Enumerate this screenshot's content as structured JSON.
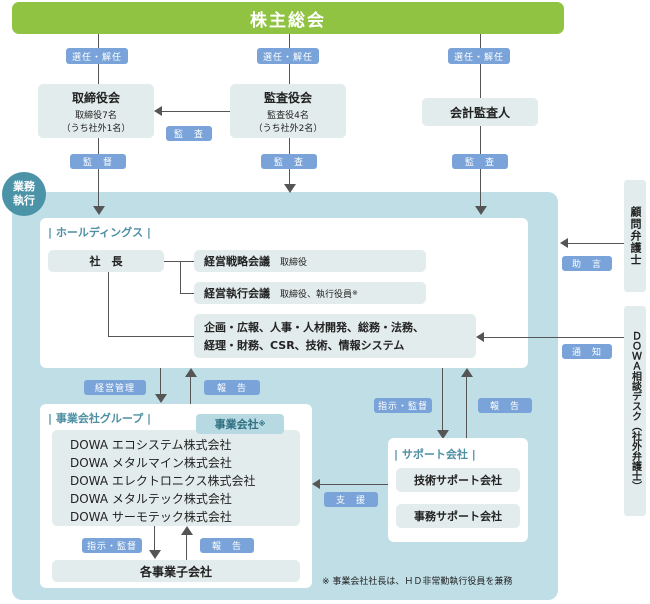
{
  "shareholders": "株主総会",
  "appoint_labels": [
    "選任・解任",
    "選任・解任",
    "選任・解任"
  ],
  "board": {
    "title": "取締役会",
    "line1": "取締役7名",
    "line2": "（うち社外1名）"
  },
  "auditors": {
    "title": "監査役会",
    "line1": "監査役4名",
    "line2": "（うち社外2名）"
  },
  "accounting_auditor": "会計監査人",
  "tag_audit": "監　査",
  "tag_supervise": "監　督",
  "tag_audit2": "監　査",
  "tag_audit3": "監　査",
  "business_exec": "業務\n執行",
  "holdings": {
    "title": "ホールディングス",
    "president": "社　長",
    "strategy_meeting": "経営戦略会議",
    "strategy_members": "取締役",
    "exec_meeting": "経営執行会議",
    "exec_members": "取締役、執行役員",
    "exec_mark": "※",
    "functions_line1": "企画・広報、人事・人材開発、総務・法務、",
    "functions_line2": "経理・財務、CSR、技術、情報システム"
  },
  "advisor_legal": "顧問弁護士",
  "dowa_desk": "ＤＯＷＡ相談デスク（社外弁護士）",
  "tag_assist": "助　言",
  "tag_notify": "通　知",
  "tag_mgmt": "経営管理",
  "tag_report1": "報　告",
  "tag_instruct1": "指示・監督",
  "tag_report2": "報　告",
  "group": {
    "title": "事業会社グループ",
    "badge": "事業会社",
    "badge_mark": "※",
    "companies": [
      "DOWA エコシステム株式会社",
      "DOWA メタルマイン株式会社",
      "DOWA エレクトロニクス株式会社",
      "DOWA メタルテック株式会社",
      "DOWA サーモテック株式会社"
    ],
    "subsidiaries": "各事業子会社"
  },
  "tag_instruct2": "指示・監督",
  "tag_report3": "報　告",
  "tag_support": "支　援",
  "support": {
    "title": "サポート会社",
    "tech": "技術サポート会社",
    "office": "事務サポート会社"
  },
  "footnote": "※ 事業会社社長は、ＨＤ非常勤執行役員を兼務",
  "colors": {
    "green": "#8fc341",
    "zone": "#bfdee6",
    "tag": "#7aa4d9",
    "box": "#e3ecec"
  }
}
